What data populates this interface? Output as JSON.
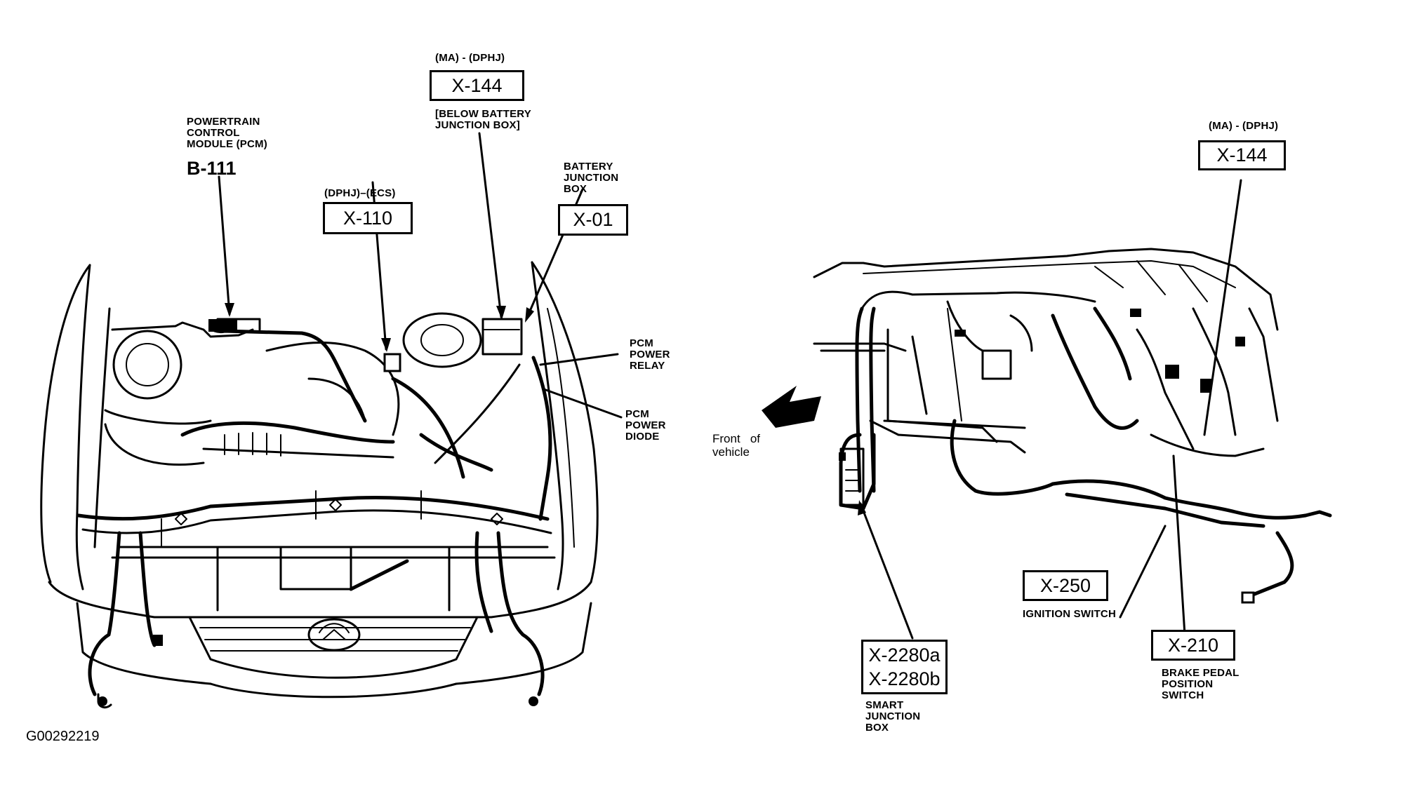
{
  "figure_id": "G00292219",
  "engine_view": {
    "pcm": {
      "description": "POWERTRAIN\nCONTROL\nMODULE (PCM)",
      "code": "B-111"
    },
    "x110": {
      "qualifier": "(DPHJ)–(ECS)",
      "code": "X-110"
    },
    "x144": {
      "qualifier": "(MA) - (DPHJ)",
      "code": "X-144",
      "description": "[BELOW BATTERY\nJUNCTION BOX]"
    },
    "x01": {
      "description": "BATTERY\nJUNCTION\nBOX",
      "code": "X-01"
    },
    "pcm_power_relay": {
      "description": "PCM\nPOWER\nRELAY"
    },
    "pcm_power_diode": {
      "description": "PCM\nPOWER\nDIODE"
    }
  },
  "dash_view": {
    "direction_label": "Front   of\nvehicle",
    "x144": {
      "qualifier": "(MA) - (DPHJ)",
      "code": "X-144"
    },
    "x250": {
      "code": "X-250",
      "description": "IGNITION SWITCH"
    },
    "x210": {
      "code": "X-210",
      "description": "BRAKE PEDAL\nPOSITION\nSWITCH"
    },
    "x2280": {
      "codes": [
        "X-2280a",
        "X-2280b"
      ],
      "description": "SMART\nJUNCTION\nBOX"
    }
  }
}
